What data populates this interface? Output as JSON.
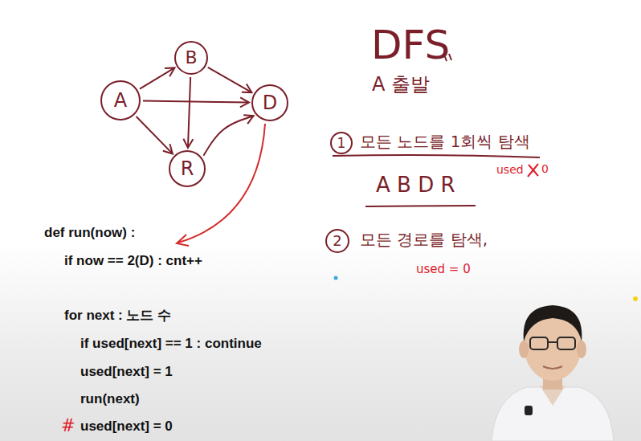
{
  "diagram": {
    "title": "DFS",
    "nodes": [
      {
        "text": [
          "A"
        ]
      },
      {
        "text": [
          "B"
        ]
      },
      {
        "text": [
          "D"
        ]
      },
      {
        "text": [
          "R"
        ]
      },
      {
        "text": [
          "1"
        ]
      },
      {
        "text": [
          "2"
        ]
      }
    ],
    "edges": [
      {
        "from": 0,
        "to": 1,
        "arrow": "to"
      },
      {
        "from": 1,
        "to": 2,
        "arrow": "to"
      },
      {
        "from": 0,
        "to": 2,
        "arrow": "to"
      },
      {
        "from": 1,
        "to": 3,
        "arrow": "to"
      },
      {
        "from": 0,
        "to": 3,
        "arrow": "to"
      },
      {
        "from": 3,
        "to": 2,
        "arrow": "to"
      }
    ],
    "labels": [
      "A 출발",
      "모든 노드를 1회씩 탐색",
      "used",
      "0",
      "A B D R",
      "모든 경로를 탐색,",
      "used = 0",
      "def run(now) :",
      "if now == 2(D) : cnt++",
      "for next : 노드 수",
      "if used[next] == 1 : continue",
      "used[next] = 1",
      "run(next)",
      "#",
      "used[next] = 0"
    ]
  }
}
